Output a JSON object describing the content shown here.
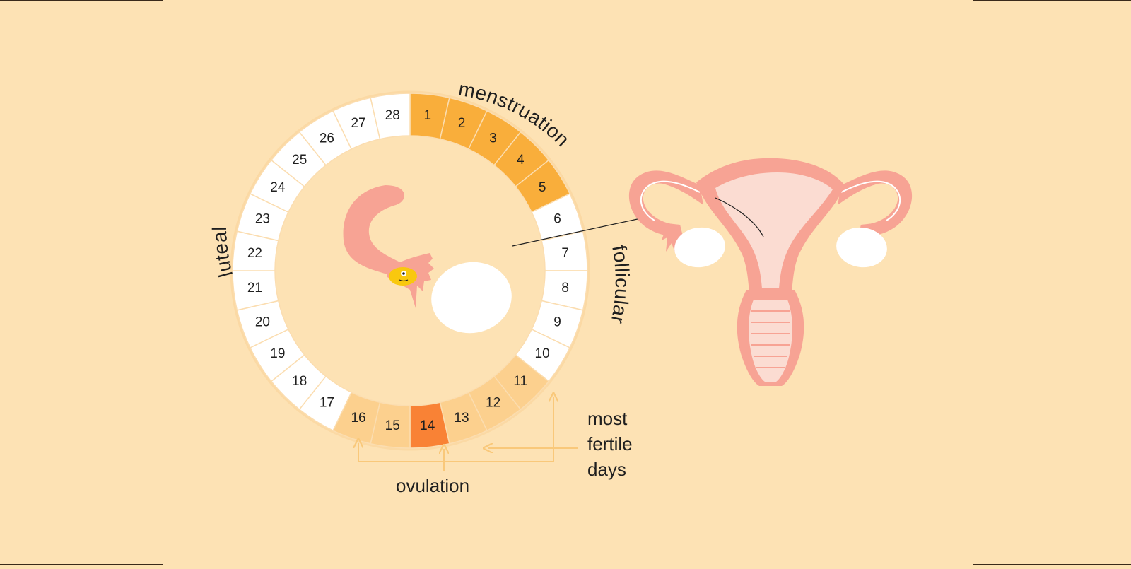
{
  "colors": {
    "background": "#FDE2B4",
    "menstruation": "#F9AE3B",
    "fertile": "#FCD08E",
    "ovulation_day": "#F98235",
    "normal_day": "#FFFFFF",
    "arrow": "#F9C87A",
    "organ": "#F7A394",
    "organ_light": "#FBDCD2",
    "ovary": "#FFFFFF",
    "egg": "#F9C80E"
  },
  "cycle": {
    "days": [
      {
        "day": 1,
        "label": "1",
        "type": "menstruation"
      },
      {
        "day": 2,
        "label": "2",
        "type": "menstruation"
      },
      {
        "day": 3,
        "label": "3",
        "type": "menstruation"
      },
      {
        "day": 4,
        "label": "4",
        "type": "menstruation"
      },
      {
        "day": 5,
        "label": "5",
        "type": "menstruation"
      },
      {
        "day": 6,
        "label": "6",
        "type": "normal"
      },
      {
        "day": 7,
        "label": "7",
        "type": "normal"
      },
      {
        "day": 8,
        "label": "8",
        "type": "normal"
      },
      {
        "day": 9,
        "label": "9",
        "type": "normal"
      },
      {
        "day": 10,
        "label": "10",
        "type": "normal"
      },
      {
        "day": 11,
        "label": "11",
        "type": "fertile"
      },
      {
        "day": 12,
        "label": "12",
        "type": "fertile"
      },
      {
        "day": 13,
        "label": "13",
        "type": "fertile"
      },
      {
        "day": 14,
        "label": "14",
        "type": "ovulation"
      },
      {
        "day": 15,
        "label": "15",
        "type": "fertile"
      },
      {
        "day": 16,
        "label": "16",
        "type": "fertile"
      },
      {
        "day": 17,
        "label": "17",
        "type": "normal"
      },
      {
        "day": 18,
        "label": "18",
        "type": "normal"
      },
      {
        "day": 19,
        "label": "19",
        "type": "normal"
      },
      {
        "day": 20,
        "label": "20",
        "type": "normal"
      },
      {
        "day": 21,
        "label": "21",
        "type": "normal"
      },
      {
        "day": 22,
        "label": "22",
        "type": "normal"
      },
      {
        "day": 23,
        "label": "23",
        "type": "normal"
      },
      {
        "day": 24,
        "label": "24",
        "type": "normal"
      },
      {
        "day": 25,
        "label": "25",
        "type": "normal"
      },
      {
        "day": 26,
        "label": "26",
        "type": "normal"
      },
      {
        "day": 27,
        "label": "27",
        "type": "normal"
      },
      {
        "day": 28,
        "label": "28",
        "type": "normal"
      }
    ]
  },
  "labels": {
    "menstruation": "menstruation",
    "follicular": "follicular",
    "luteal": "luteal",
    "ovulation": "ovulation",
    "fertile_line1": "most",
    "fertile_line2": "fertile",
    "fertile_line3": "days"
  },
  "icons": {
    "fallopian_tube": "fallopian-tube-icon",
    "egg": "egg-icon",
    "ovary": "ovary-icon",
    "uterus": "uterus-icon"
  }
}
